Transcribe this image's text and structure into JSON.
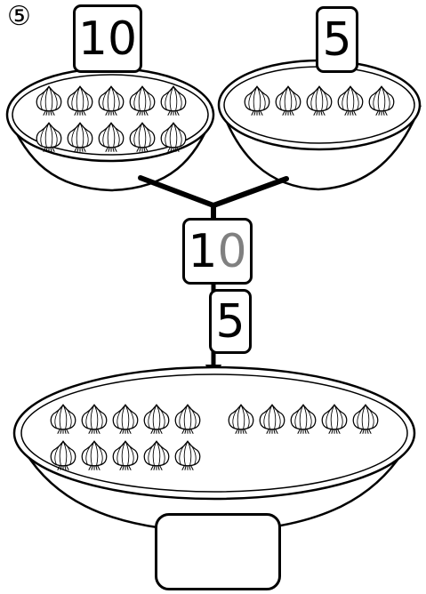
{
  "problem_number": "⑤",
  "top_left_bowl": {
    "label": "10",
    "onion_count": 10
  },
  "top_right_bowl": {
    "label": "5",
    "onion_count": 5
  },
  "combine_box": {
    "tens_digit": "1",
    "ones_digit": "0"
  },
  "add_box": {
    "label": "5"
  },
  "bottom_bowl": {
    "left_onion_count": 10,
    "right_onion_count": 5,
    "answer": ""
  },
  "icons": {
    "onion": "onion-icon",
    "arrow": "down-arrow-icon"
  },
  "colors": {
    "ink": "#000000",
    "muted_digit": "#808080",
    "background": "#ffffff"
  }
}
